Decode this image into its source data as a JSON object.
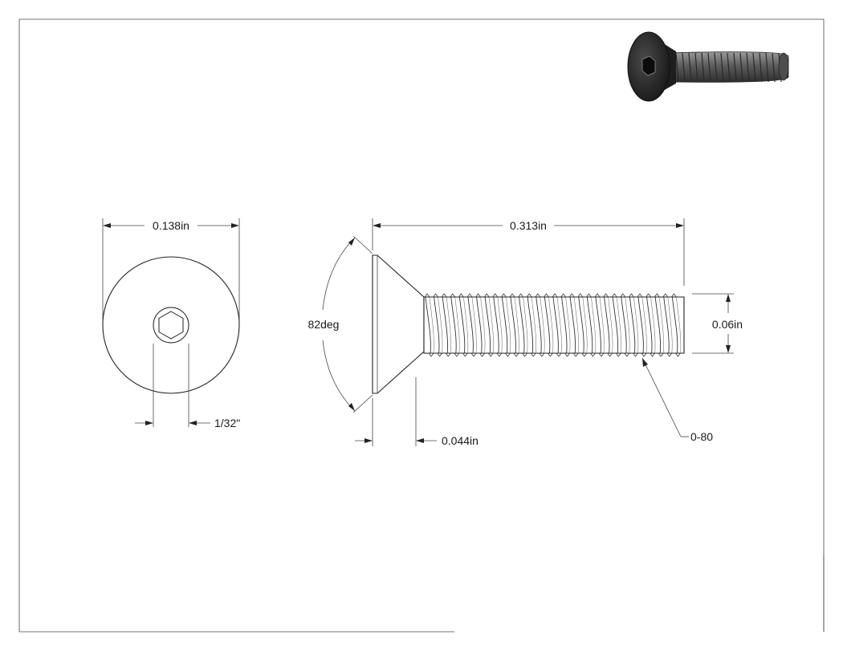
{
  "dimensions": {
    "head_diameter": "0.138in",
    "hex_socket": "1/32\"",
    "overall_length": "0.313in",
    "head_angle": "82deg",
    "head_height": "0.044in",
    "thread_diameter": "0.06in",
    "thread_spec": "0-80"
  },
  "icons": {
    "iso_view": "countersunk-screw-isometric-icon"
  },
  "colors": {
    "line": "#222222",
    "iso_head": "#2b2b2b",
    "iso_thread": "#6a6a6a"
  }
}
